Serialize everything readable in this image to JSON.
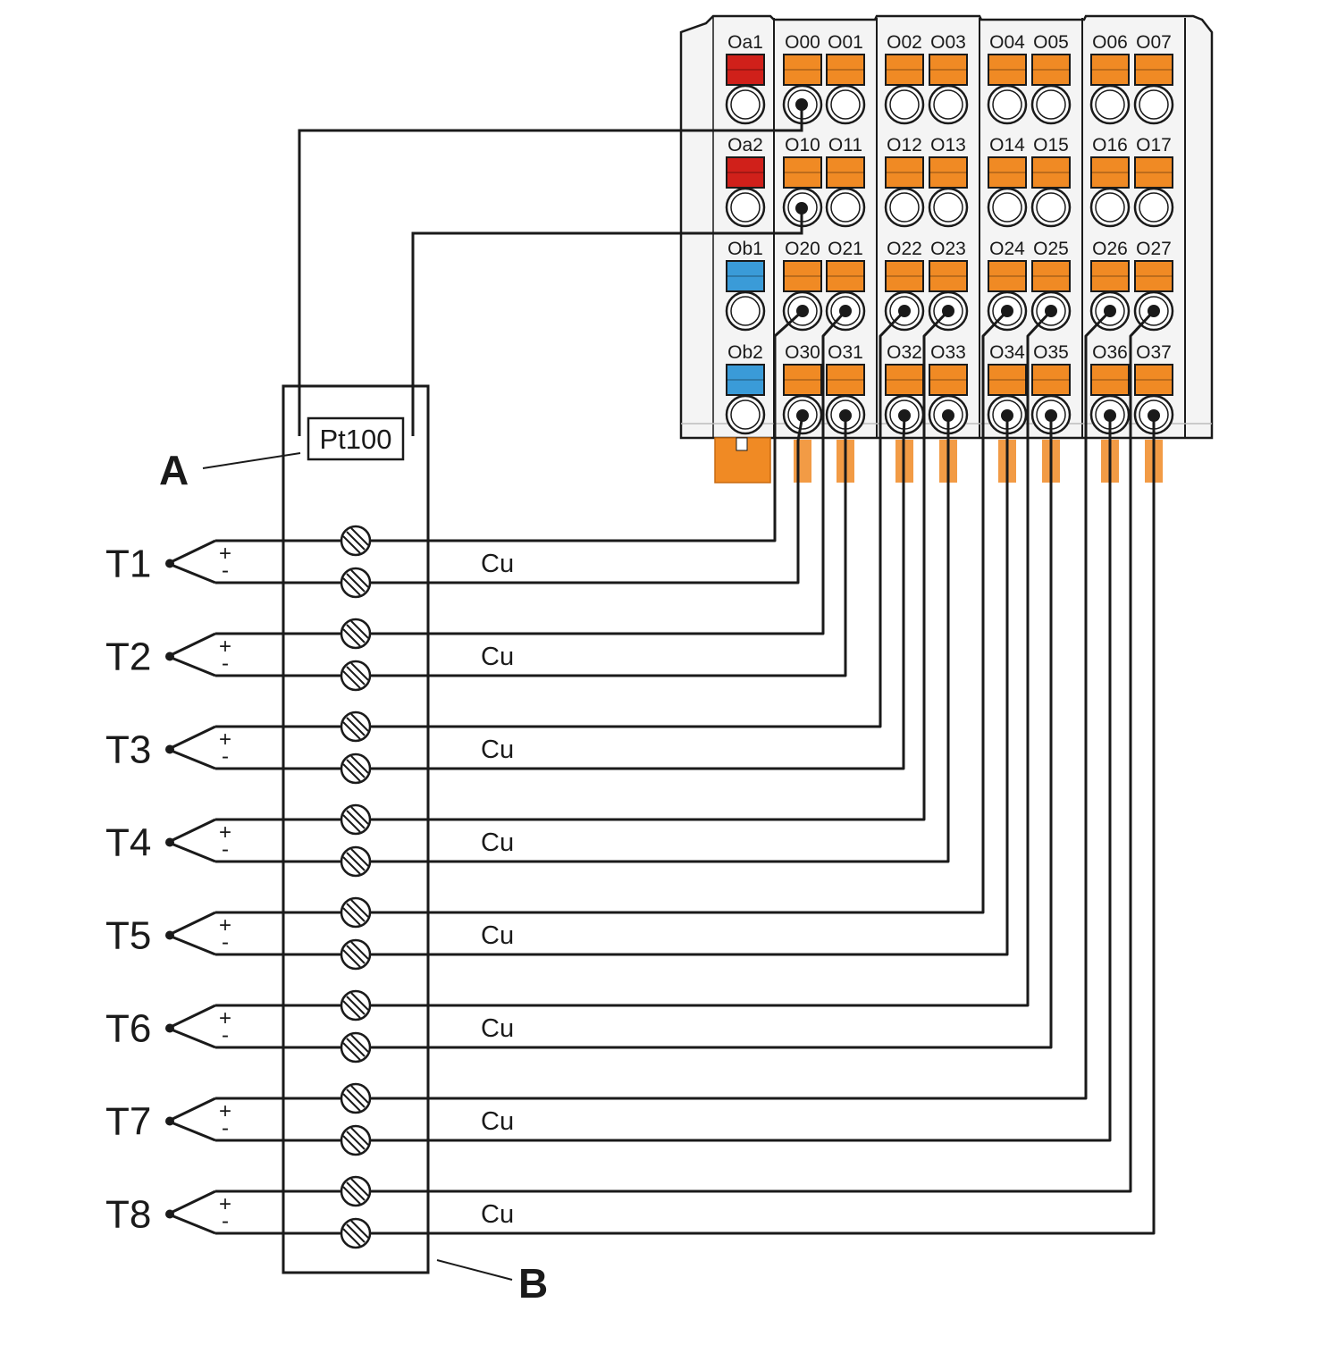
{
  "terminal_block": {
    "rows": [
      {
        "common": "Oa1",
        "channels": [
          "O00",
          "O01",
          "O02",
          "O03",
          "O04",
          "O05",
          "O06",
          "O07"
        ]
      },
      {
        "common": "Oa2",
        "channels": [
          "O10",
          "O11",
          "O12",
          "O13",
          "O14",
          "O15",
          "O16",
          "O17"
        ]
      },
      {
        "common": "Ob1",
        "channels": [
          "O20",
          "O21",
          "O22",
          "O23",
          "O24",
          "O25",
          "O26",
          "O27"
        ]
      },
      {
        "common": "Ob2",
        "channels": [
          "O30",
          "O31",
          "O32",
          "O33",
          "O34",
          "O35",
          "O36",
          "O37"
        ]
      }
    ],
    "colors": {
      "channel_push_button": "#f08a24",
      "common_a_push_button": "#d0201a",
      "common_b_push_button": "#3a9bd8",
      "wire": "#1a1a1a"
    }
  },
  "sensors": [
    {
      "label": "T1",
      "plus": "+",
      "minus": "-",
      "wire": "Cu"
    },
    {
      "label": "T2",
      "plus": "+",
      "minus": "-",
      "wire": "Cu"
    },
    {
      "label": "T3",
      "plus": "+",
      "minus": "-",
      "wire": "Cu"
    },
    {
      "label": "T4",
      "plus": "+",
      "minus": "-",
      "wire": "Cu"
    },
    {
      "label": "T5",
      "plus": "+",
      "minus": "-",
      "wire": "Cu"
    },
    {
      "label": "T6",
      "plus": "+",
      "minus": "-",
      "wire": "Cu"
    },
    {
      "label": "T7",
      "plus": "+",
      "minus": "-",
      "wire": "Cu"
    },
    {
      "label": "T8",
      "plus": "+",
      "minus": "-",
      "wire": "Cu"
    }
  ],
  "cold_junction": {
    "label": "Pt100"
  },
  "callouts": {
    "a": "A",
    "b": "B"
  },
  "icons": {
    "screw": "screw-terminal-icon",
    "thermocouple": "thermocouple-junction-icon"
  }
}
